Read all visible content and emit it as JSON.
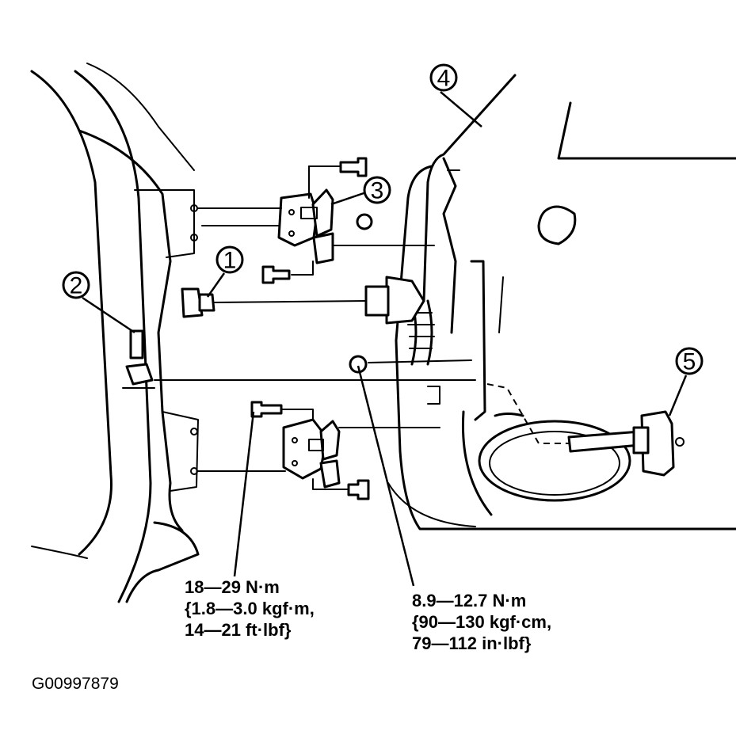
{
  "callouts": [
    "1",
    "2",
    "3",
    "4",
    "5"
  ],
  "torque_specs": {
    "hinge_bolts": [
      "18—29 N·m",
      "{1.8—3.0 kgf·m,",
      "14—21 ft·lbf}"
    ],
    "check_link_bolts": [
      "8.9—12.7 N·m",
      "{90—130 kgf·cm,",
      "79—112 in·lbf}"
    ]
  },
  "figure_id": "G00997879"
}
